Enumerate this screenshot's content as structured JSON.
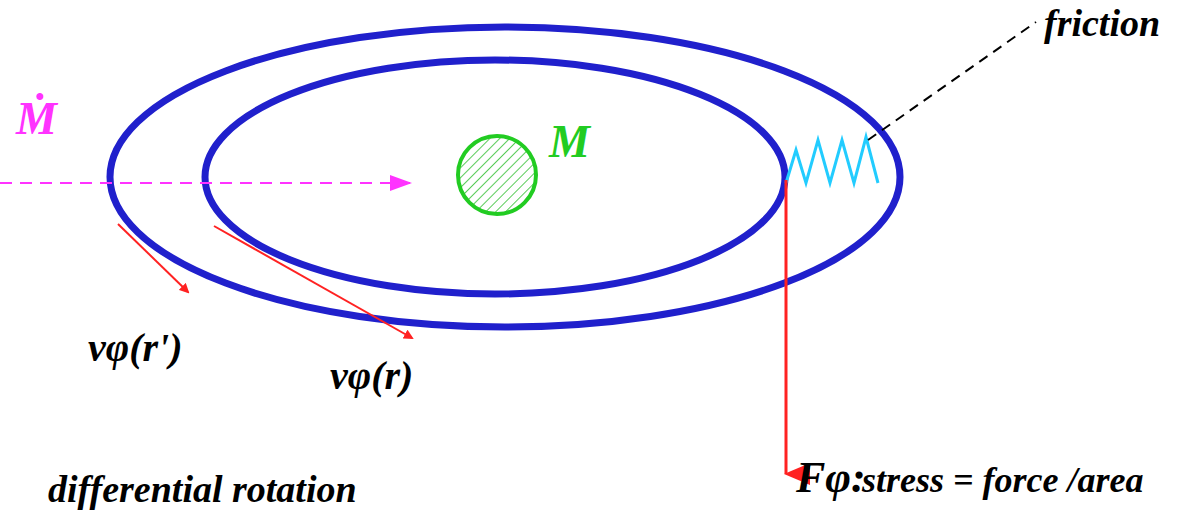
{
  "diagram": {
    "nodes": [
      {
        "text": [
          "M"
        ]
      }
    ],
    "labels": [
      "Ṁ",
      "friction",
      "vφ(r')",
      "vφ(r)",
      "Fφ:",
      "stress = force /area",
      "differential rotation"
    ]
  }
}
